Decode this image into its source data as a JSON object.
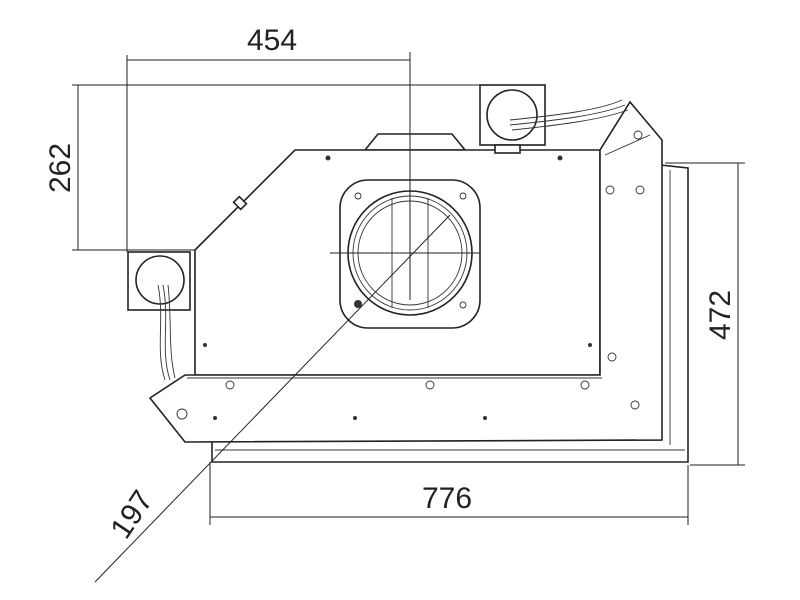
{
  "drawing": {
    "dimensions": {
      "width_top": "454",
      "height_left": "262",
      "height_right": "472",
      "width_bottom": "776",
      "diagonal": "197"
    },
    "colors": {
      "line": "#222222",
      "background": "#ffffff"
    }
  }
}
